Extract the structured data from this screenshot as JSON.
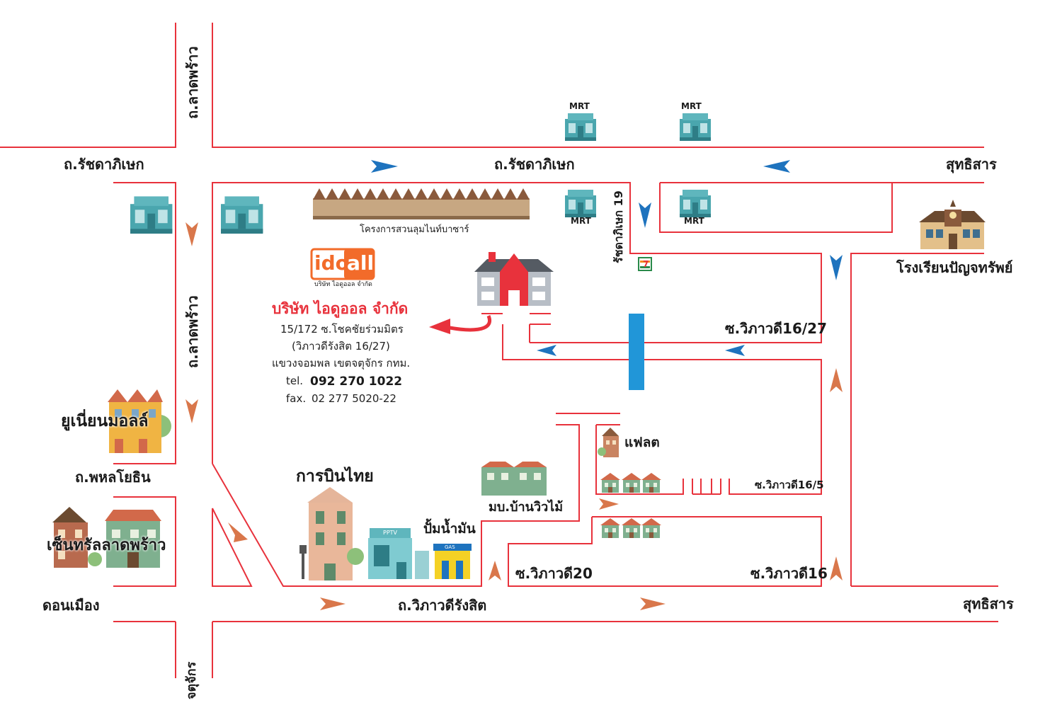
{
  "colors": {
    "road": "#e8323c",
    "arrow_blue": "#1e73be",
    "arrow_orange": "#d9774b",
    "mrt_teal": "#3f9fa8",
    "bridge_blue": "#2196d8",
    "logo_orange": "#f26b2a"
  },
  "roads": {
    "lat_phrao_top": "ถ.ลาดพร้าว",
    "lat_phrao_mid": "ถ.ลาดพร้าว",
    "ratchada_left": "ถ.รัชดาภิเษก",
    "ratchada_center": "ถ.รัชดาภิเษก",
    "suthisan_top": "สุทธิสาร",
    "suthisan_bottom": "สุทธิสาร",
    "ratchada_19": "รัชดาภิเษก 19",
    "phahonyothin": "ถ.พหลโยธิน",
    "don_mueang": "ดอนเมือง",
    "vibhavadi": "ถ.วิภาวดีรังสิต",
    "chatuchak": "จตุจักร",
    "soi_16_27": "ซ.วิภาวดี16/27",
    "soi_16_5": "ซ.วิภาวดี16/5",
    "soi_20": "ซ.วิภาวดี20",
    "soi_16": "ซ.วิภาวดี16"
  },
  "landmarks": {
    "mrt": "MRT",
    "project": "โครงการสวนลุมไนท์บาซาร์",
    "school": "โรงเรียนปัญจทรัพย์",
    "union_mall": "ยูเนี่ยนมอลล์",
    "central": "เซ็นทรัลลาดพร้าว",
    "thai_airways": "การบินไทย",
    "gas_station": "ปั้มน้ำมัน",
    "village": "มบ.บ้านวิวไม้",
    "flat": "แฟลต",
    "pptv": "PPTV",
    "gas": "GAS",
    "seven": "7"
  },
  "company": {
    "logo_ido": "ido",
    "logo_all": "all",
    "logo_sub": "บริษัท ไอดูออล จำกัด",
    "name": "บริษัท ไอดูออล จำกัด",
    "address_1": "15/172 ซ.โชคชัยร่วมมิตร",
    "address_2": "(วิภาวดีรังสิต 16/27)",
    "address_3": "แขวงจอมพล เขตจตุจักร กทม.",
    "tel_label": "tel.",
    "tel": "092 270 1022",
    "fax_label": "fax.",
    "fax": "02 277 5020-22"
  }
}
